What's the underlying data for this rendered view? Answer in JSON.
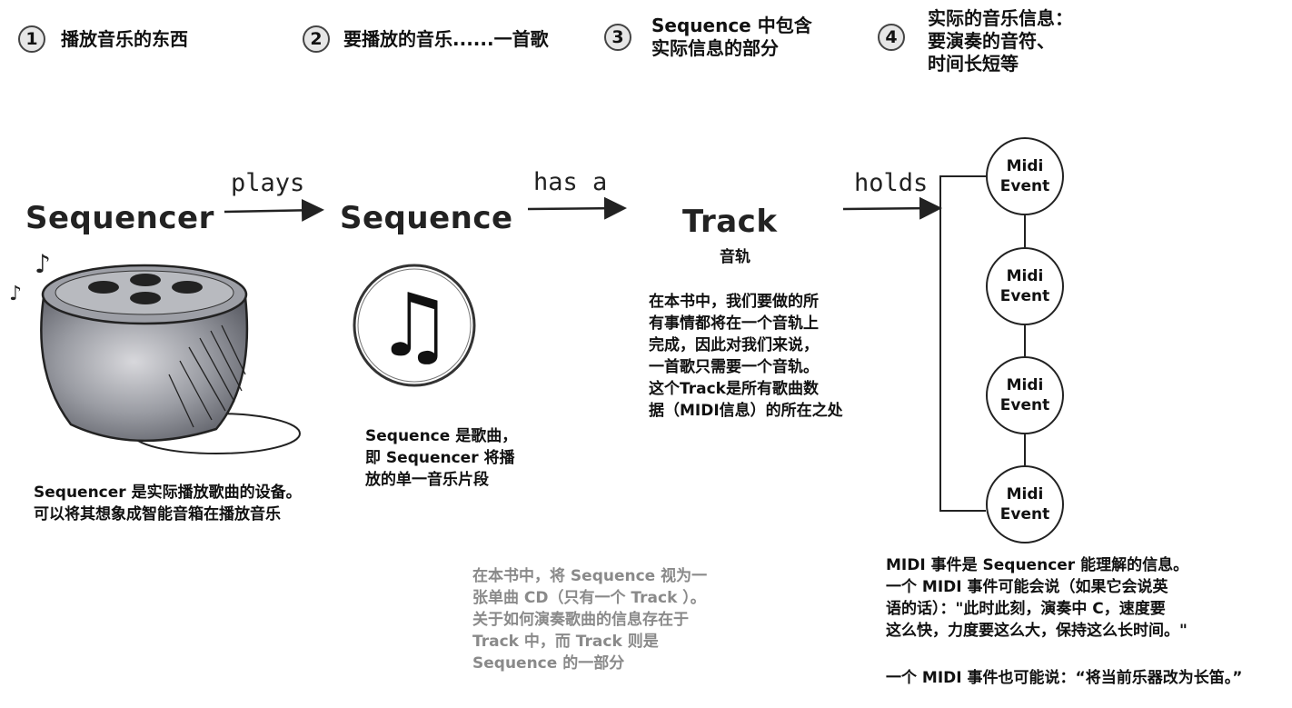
{
  "steps": [
    {
      "number": "1",
      "lines": [
        "播放音乐的东西"
      ]
    },
    {
      "number": "2",
      "lines": [
        "要播放的音乐......一首歌"
      ]
    },
    {
      "number": "3",
      "lines": [
        "Sequence 中包含",
        "实际信息的部分"
      ]
    },
    {
      "number": "4",
      "lines": [
        "实际的音乐信息：",
        "要演奏的音符、",
        "时间长短等"
      ]
    }
  ],
  "nodes": {
    "sequencer": "Sequencer",
    "sequence": "Sequence",
    "track": "Track",
    "track_sub": "音轨"
  },
  "relations": {
    "plays": "plays",
    "has_a": "has a",
    "holds": "holds"
  },
  "midi_events": [
    {
      "line1": "Midi",
      "line2": "Event"
    },
    {
      "line1": "Midi",
      "line2": "Event"
    },
    {
      "line1": "Midi",
      "line2": "Event"
    },
    {
      "line1": "Midi",
      "line2": "Event"
    }
  ],
  "descriptions": {
    "sequencer": [
      "Sequencer 是实际播放歌曲的设备。",
      "可以将其想象成智能音箱在播放音乐"
    ],
    "sequence": [
      "Sequence 是歌曲，",
      "即 Sequencer 将播",
      "放的单一音乐片段"
    ],
    "track": [
      "在本书中，我们要做的所",
      "有事情都将在一个音轨上",
      "完成，因此对我们来说，",
      "一首歌只需要一个音轨。",
      "这个Track是所有歌曲数",
      "据（MIDI信息）的所在之处"
    ],
    "note_gray": [
      "在本书中，将 Sequence 视为一",
      "张单曲 CD（只有一个 Track ）。",
      "关于如何演奏歌曲的信息存在于",
      "Track 中，而 Track 则是",
      "Sequence 的一部分"
    ],
    "midi": [
      "MIDI 事件是 Sequencer 能理解的信息。",
      "一个 MIDI 事件可能会说（如果它会说英",
      "语的话）：\"此时此刻，演奏中 C，速度要",
      "这么快，力度要这么大，保持这么长时间。\""
    ],
    "midi_extra": "一个 MIDI 事件也可能说：“将当前乐器改为长笛。”"
  },
  "colors": {
    "text": "#111111",
    "gray_text": "#8a8a8a",
    "step_circle": "#e6e6e6"
  }
}
